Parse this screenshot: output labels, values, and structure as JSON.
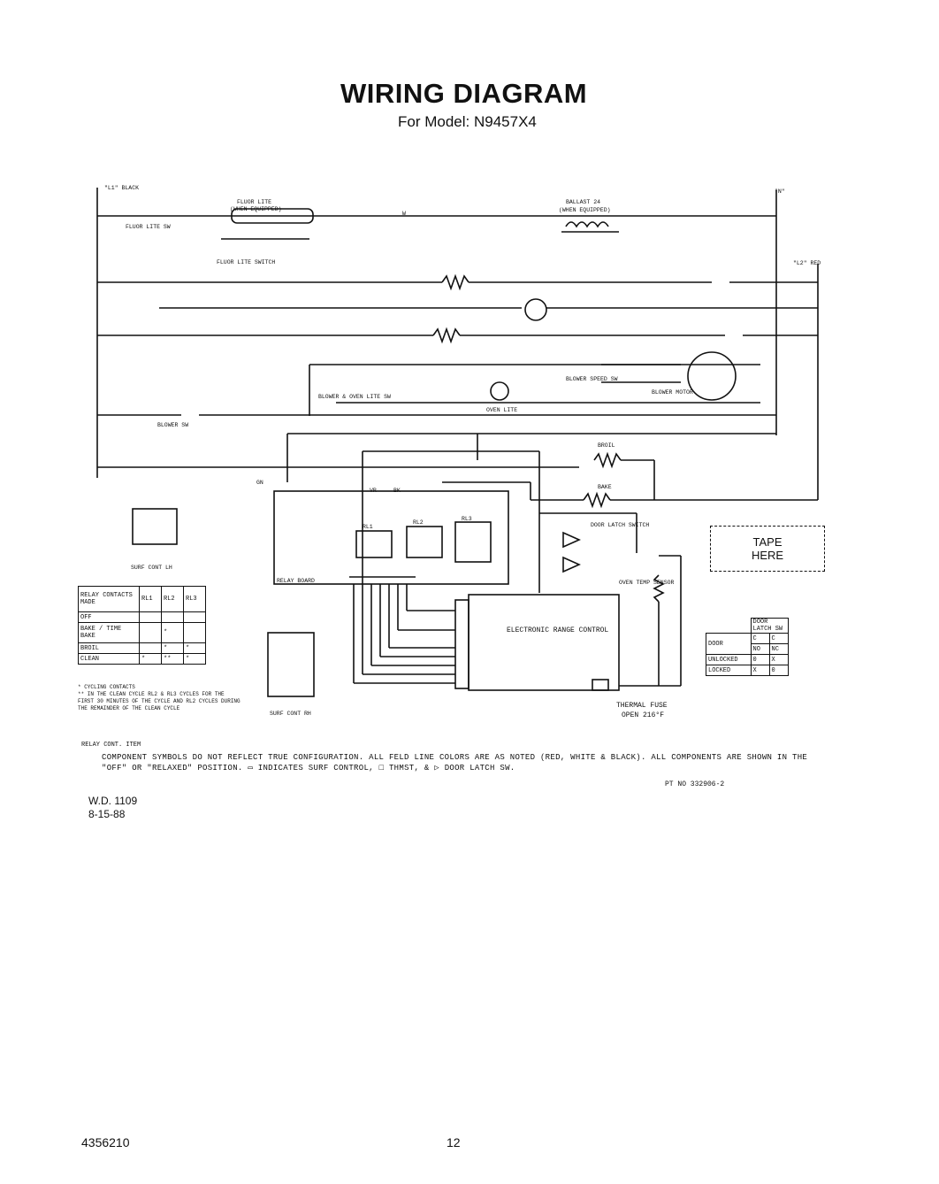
{
  "header": {
    "title": "WIRING DIAGRAM",
    "subtitle": "For Model: N9457X4"
  },
  "labels": {
    "l1_black": "\"L1\" BLACK",
    "n": "\"N\"",
    "l2_red": "\"L2\" RED",
    "fluor_lite": "FLUOR LITE",
    "when_equipped": "(WHEN EQUIPPED)",
    "fluor_lite_sw": "FLUOR LITE SW",
    "fluor_lite_switch": "FLUOR LITE SWITCH",
    "ballast": "BALLAST 24",
    "blower_sw": "BLOWER SW",
    "blower_speed_sw": "BLOWER SPEED SW",
    "blower_motor": "BLOWER MOTOR",
    "blower_oven_lite_sw": "BLOWER & OVEN LITE SW",
    "oven_lite": "OVEN LITE",
    "broil": "BROIL",
    "bake": "BAKE",
    "door_latch_switch": "DOOR LATCH SWITCH",
    "relay_board": "RELAY BOARD",
    "rl1": "RL1",
    "rl2": "RL2",
    "rl3": "RL3",
    "electronic_range_control": "ELECTRONIC RANGE CONTROL",
    "oven_temp_sensor": "OVEN TEMP SENSOR",
    "thermal_fuse": "THERMAL FUSE",
    "thermal_fuse_open": "OPEN 216°F",
    "gn": "GN",
    "vr": "VR",
    "bk": "BK",
    "w": "W",
    "surf_cont": "SURF CONT",
    "surf_cont_lh": "SURF CONT LH",
    "surf_cont_rh": "SURF CONT RH"
  },
  "tape": {
    "line1": "TAPE",
    "line2": "HERE"
  },
  "relay_table": {
    "headers": [
      "RELAY CONTACTS MADE",
      "RL1",
      "RL2",
      "RL3"
    ],
    "rows": [
      [
        "OFF",
        "",
        "",
        ""
      ],
      [
        "BAKE / TIME BAKE",
        "",
        "*",
        ""
      ],
      [
        "BROIL",
        "",
        "*",
        "*"
      ],
      [
        "CLEAN",
        "*",
        "**",
        "*"
      ]
    ]
  },
  "latch_table": {
    "title": "DOOR LATCH SW",
    "col_door": "DOOR",
    "col_c": "C",
    "col_no": "NO",
    "col_c2": "C",
    "col_nc": "NC",
    "rows": [
      [
        "UNLOCKED",
        "0",
        "X"
      ],
      [
        "LOCKED",
        "X",
        "0"
      ]
    ]
  },
  "legend": {
    "cycling": "* CYCLING CONTACTS",
    "clean_note": "** IN THE CLEAN CYCLE RL2 & RL3 CYCLES FOR THE FIRST 30 MINUTES OF THE CYCLE AND RL2 CYCLES DURING THE REMAINDER OF THE CLEAN CYCLE"
  },
  "notes": {
    "head": "RELAY CONT. ITEM",
    "body": "COMPONENT SYMBOLS DO NOT REFLECT TRUE CONFIGURATION. ALL FELD LINE COLORS ARE AS NOTED (RED, WHITE & BLACK). ALL COMPONENTS ARE SHOWN IN THE \"OFF\" OR \"RELAXED\" POSITION. ▭ INDICATES SURF CONTROL, □ THMST, & ▷ DOOR LATCH SW.",
    "part_no": "PT NO 332906-2"
  },
  "footer": {
    "wd": "W.D. 1109",
    "date": "8-15-88",
    "doc_number": "4356210",
    "page": "12"
  }
}
